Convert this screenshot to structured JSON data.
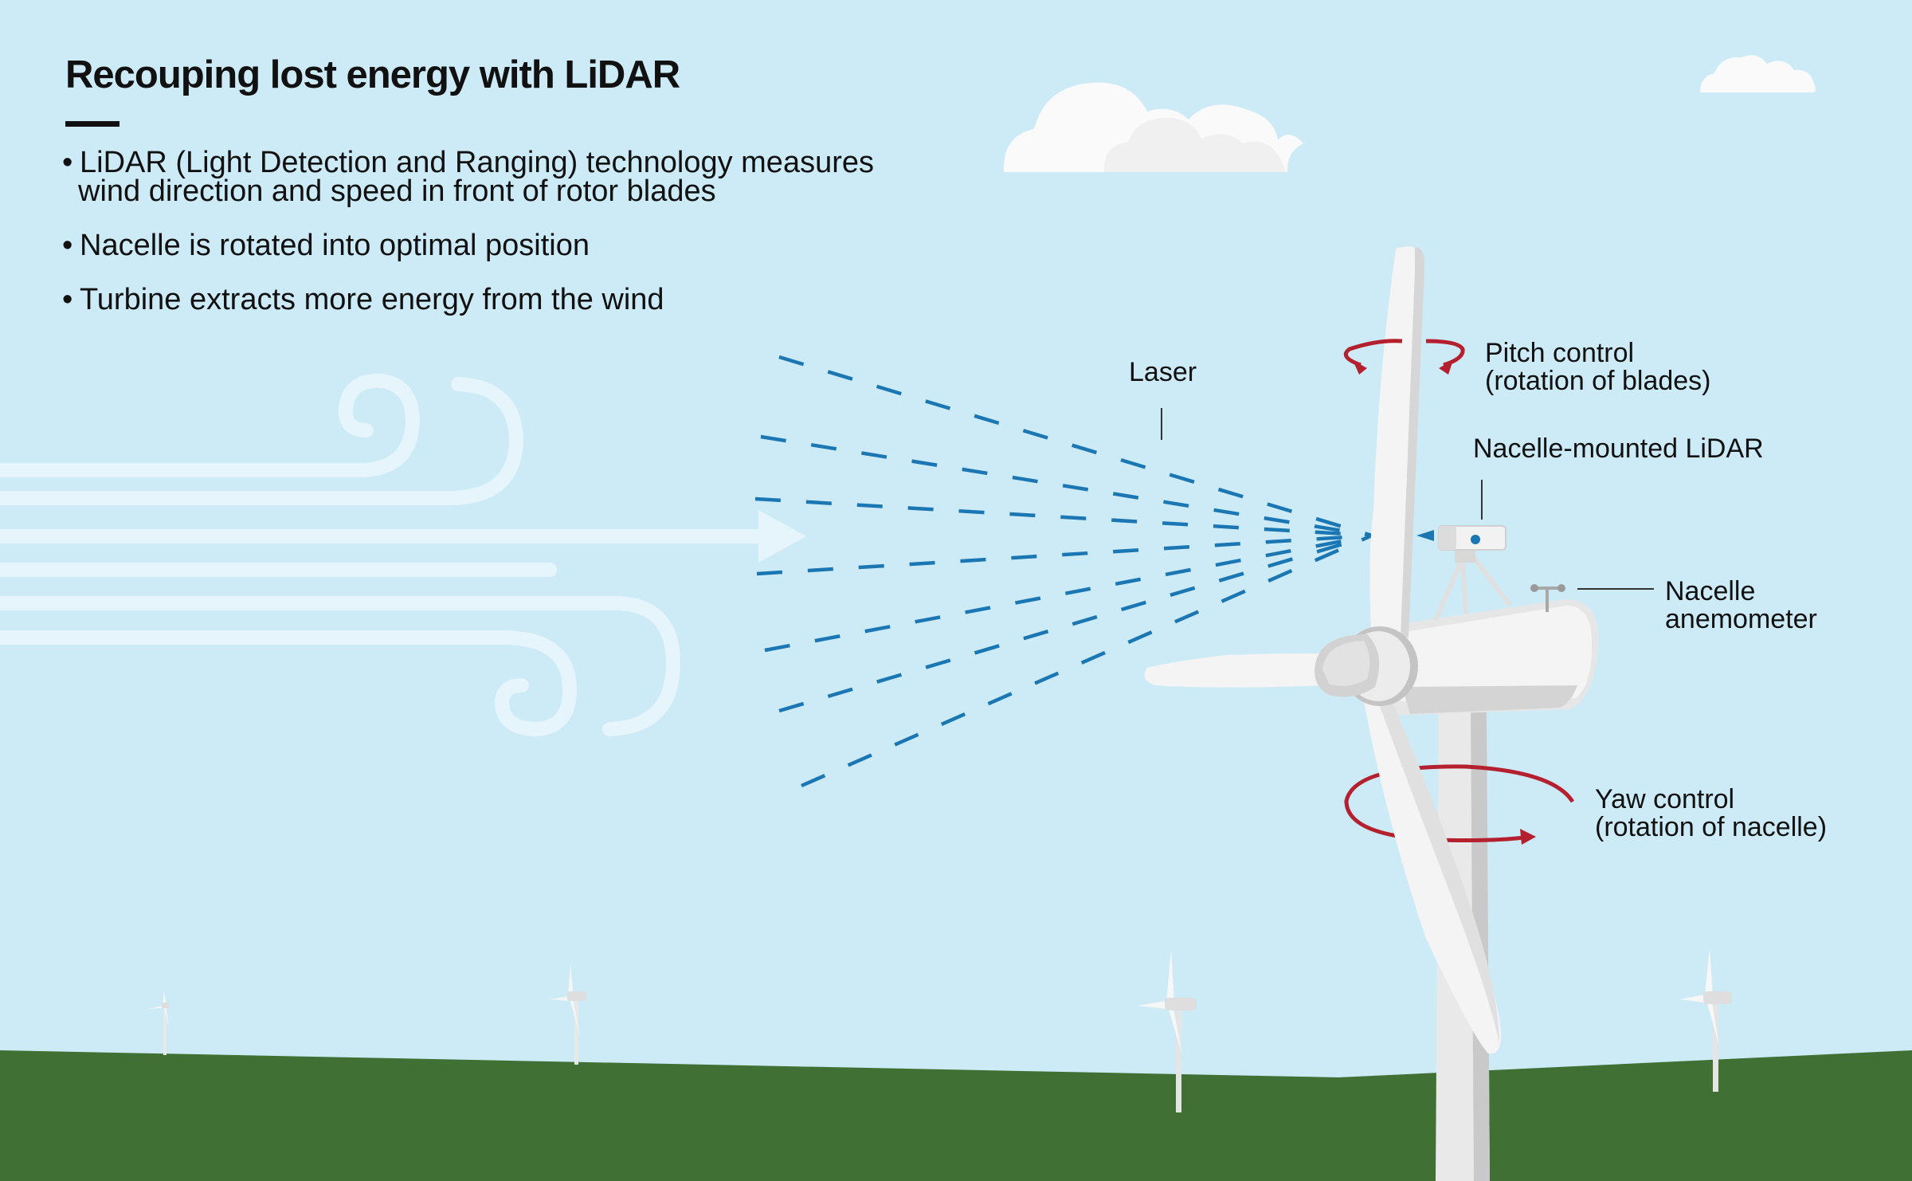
{
  "title": "Recouping lost energy with LiDAR",
  "bullets": [
    {
      "line1": "LiDAR (Light Detection and Ranging) technology measures",
      "line2": "wind direction and speed in front of rotor blades"
    },
    {
      "line1": "Nacelle is rotated into optimal position",
      "line2": ""
    },
    {
      "line1": "Turbine extracts more energy from the wind",
      "line2": ""
    }
  ],
  "labels": {
    "laser": "Laser",
    "pitch_line1": "Pitch control",
    "pitch_line2": "(rotation of blades)",
    "lidar": "Nacelle-mounted LiDAR",
    "anemometer_line1": "Nacelle",
    "anemometer_line2": "anemometer",
    "yaw_line1": "Yaw control",
    "yaw_line2": "(rotation of nacelle)"
  },
  "colors": {
    "sky": "#cdebf7",
    "ground": "#417035",
    "laser": "#1b77b3",
    "control_arrow": "#b5202e",
    "wind": "#e6f4fb",
    "turbine": "#f4f4f4"
  }
}
